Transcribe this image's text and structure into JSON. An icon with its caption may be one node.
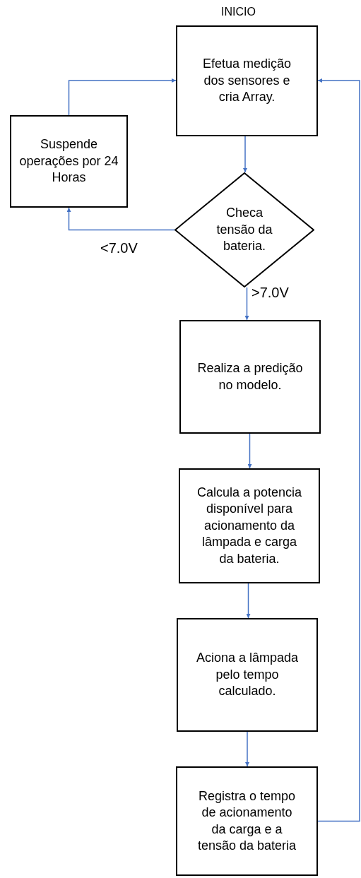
{
  "diagram": {
    "nodes": [
      {
        "text": [
          "Efetua medição dos sensores e cria Array."
        ],
        "beside": [
          "INICIO"
        ]
      },
      {
        "text": [
          "Suspende operações por 24 Horas"
        ]
      },
      {
        "text": [
          "Checa tensão da bateria."
        ]
      },
      {
        "text": [
          "Realiza a predição no modelo."
        ]
      },
      {
        "text": [
          "Calcula a potencia disponível para acionamento da lâmpada e carga da bateria."
        ]
      },
      {
        "text": [
          "Aciona a lâmpada pelo tempo calculado."
        ]
      },
      {
        "text": [
          "Registra o tempo de acionamento da carga e a tensão da bateria"
        ]
      }
    ],
    "edges": [
      {
        "from": 0,
        "to": 2,
        "arrow": "to"
      },
      {
        "from": 2,
        "to": 1,
        "arrow": "to",
        "label": "<7.0V"
      },
      {
        "from": 1,
        "to": 0,
        "arrow": "to"
      },
      {
        "from": 2,
        "to": 3,
        "arrow": "to",
        "label": ">7.0V"
      },
      {
        "from": 3,
        "to": 4,
        "arrow": "to"
      },
      {
        "from": 4,
        "to": 5,
        "arrow": "to"
      },
      {
        "from": 5,
        "to": 6,
        "arrow": "to"
      },
      {
        "from": 6,
        "to": 0,
        "arrow": "to"
      }
    ]
  }
}
